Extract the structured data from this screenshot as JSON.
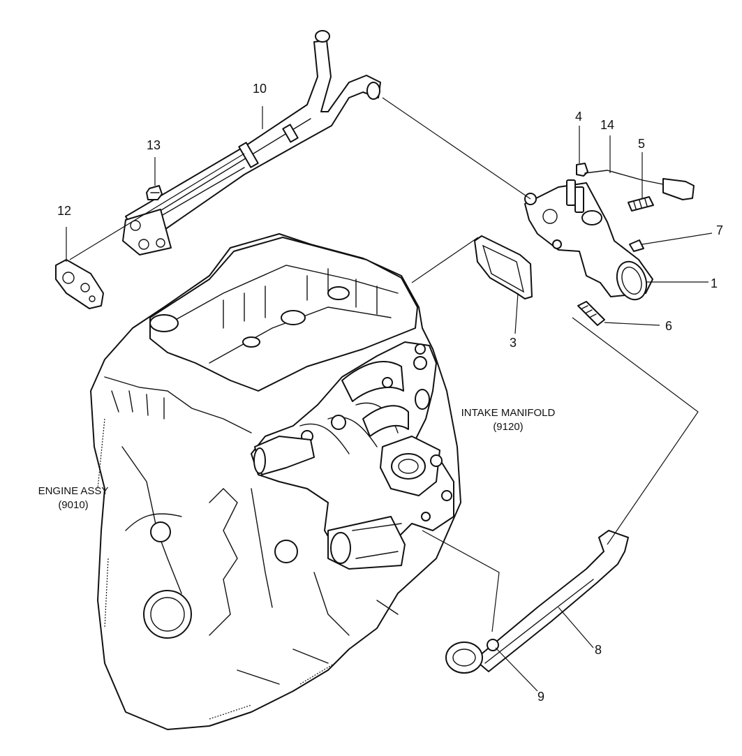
{
  "parts": [
    {
      "id": "callout-1",
      "number": "1"
    },
    {
      "id": "callout-3",
      "number": "3"
    },
    {
      "id": "callout-4",
      "number": "4"
    },
    {
      "id": "callout-5",
      "number": "5"
    },
    {
      "id": "callout-6",
      "number": "6"
    },
    {
      "id": "callout-7",
      "number": "7"
    },
    {
      "id": "callout-8",
      "number": "8"
    },
    {
      "id": "callout-9",
      "number": "9"
    },
    {
      "id": "callout-10",
      "number": "10"
    },
    {
      "id": "callout-12",
      "number": "12"
    },
    {
      "id": "callout-13",
      "number": "13"
    },
    {
      "id": "callout-14",
      "number": "14"
    }
  ],
  "labels": {
    "engine_name": "ENGINE ASSY",
    "engine_code": "(9010)",
    "manifold_name": "INTAKE MANIFOLD",
    "manifold_code": "(9120)"
  }
}
